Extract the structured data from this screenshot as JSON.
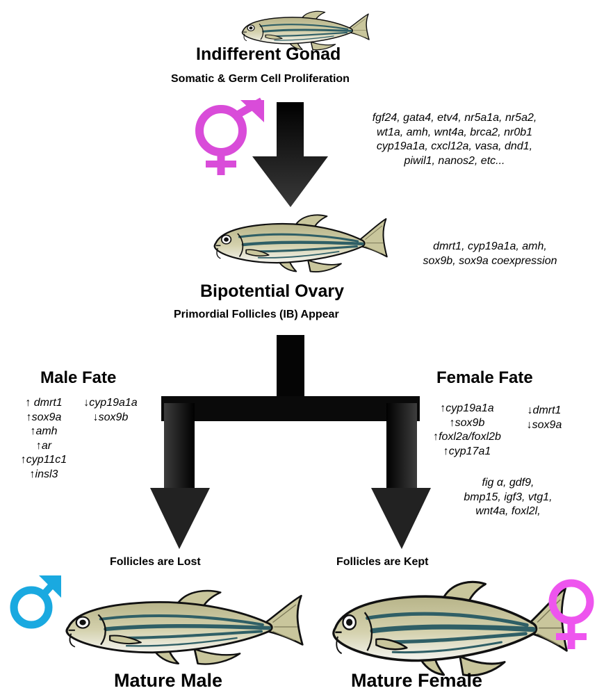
{
  "stage1": {
    "title": "Indifferent Gonad",
    "subtitle": "Somatic & Germ Cell Proliferation",
    "genes": [
      "fgf24, gata4, etv4, nr5a1a, nr5a2,",
      "wt1a, amh, wnt4a, brca2, nr0b1",
      "cyp19a1a, cxcl12a, vasa, dnd1,",
      "piwil1, nanos2, etc..."
    ]
  },
  "stage2": {
    "title": "Bipotential Ovary",
    "subtitle": "Primordial Follicles (IB) Appear",
    "genes": [
      "dmrt1, cyp19a1a, amh,",
      "sox9b, sox9a coexpression"
    ]
  },
  "male": {
    "fate_label": "Male Fate",
    "up_genes": [
      "↑ dmrt1",
      "↑sox9a",
      "↑amh",
      "↑ar",
      "↑cyp11c1",
      "↑insl3"
    ],
    "down_genes": [
      "↓cyp19a1a",
      "↓sox9b"
    ],
    "follicle_label": "Follicles are Lost",
    "mature_label": "Mature Male"
  },
  "female": {
    "fate_label": "Female Fate",
    "up_genes": [
      "↑cyp19a1a",
      "↑sox9b",
      "↑foxl2a/foxl2b",
      "↑cyp17a1"
    ],
    "down_genes": [
      "↓dmrt1",
      "↓sox9a"
    ],
    "other_genes": [
      "fig α, gdf9,",
      "bmp15, igf3, vtg1,",
      "wnt4a, foxl2l,"
    ],
    "follicle_label": "Follicles are Kept",
    "mature_label": "Mature Female"
  },
  "colors": {
    "arrow": "#1a1a1a",
    "symbol_magenta": "#d94cd9",
    "symbol_male_blue": "#1aa9e0",
    "fish_body": "#c8c49a",
    "fish_stripe": "#2f5f66",
    "fish_belly": "#f2f2ee"
  },
  "icons": {
    "intersex": "intersex-symbol-icon",
    "male": "male-symbol-icon",
    "female": "female-symbol-icon"
  }
}
